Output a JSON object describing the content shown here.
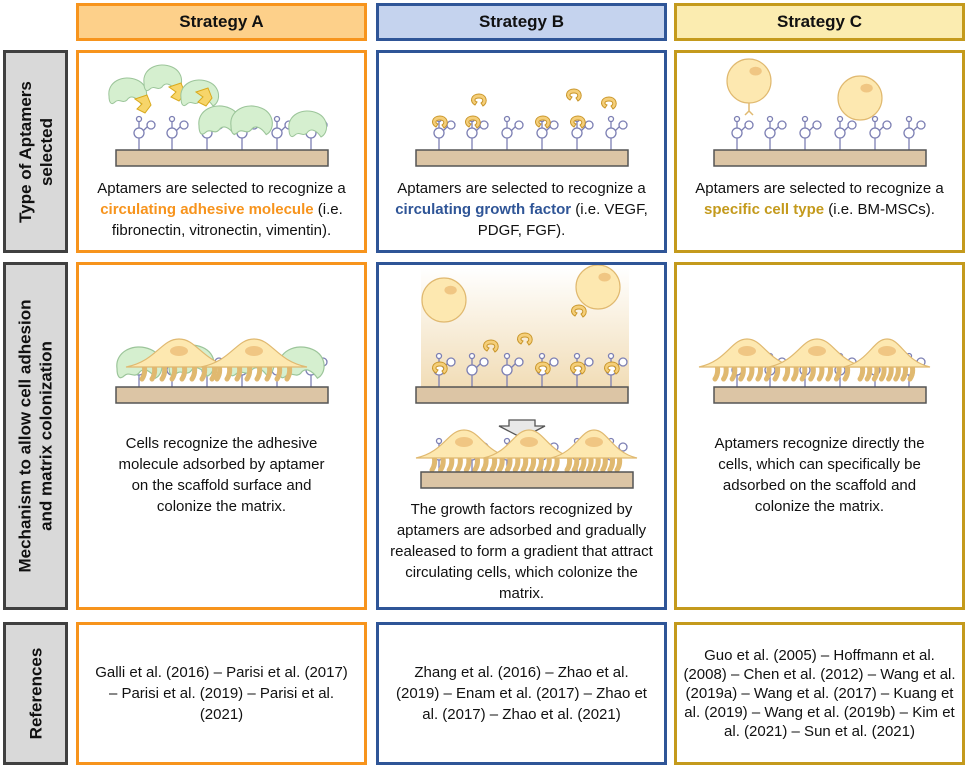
{
  "columns": [
    {
      "title": "Strategy A"
    },
    {
      "title": "Strategy B"
    },
    {
      "title": "Strategy C"
    }
  ],
  "rows": [
    {
      "label_line1": "Type of Aptamers",
      "label_line2": "selected"
    },
    {
      "label_line1": "Mechanism to allow cell adhesion",
      "label_line2": "and matrix colonization"
    },
    {
      "label_line1": "References"
    }
  ],
  "type": {
    "a": {
      "pre": "Aptamers are selected to recognize a ",
      "highlight": "circulating adhesive molecule",
      "post": " (i.e. fibronectin, vitronectin, vimentin)."
    },
    "b": {
      "pre": "Aptamers are selected to recognize a ",
      "highlight": "circulating growth factor",
      "post": " (i.e. VEGF, PDGF, FGF)."
    },
    "c": {
      "pre": "Aptamers are selected to recognize a ",
      "highlight": "specific cell type",
      "post": " (i.e. BM-MSCs)."
    }
  },
  "mechanism": {
    "a": "Cells recognize the adhesive molecule adsorbed by aptamer on the scaffold surface and colonize the matrix.",
    "b": "The growth factors recognized by aptamers are adsorbed and gradually realeased to form a gradient that attract circulating cells, which colonize the matrix.",
    "c": "Aptamers recognize directly the cells, which can specifically be adsorbed on the scaffold and colonize the matrix."
  },
  "references": {
    "a": "Galli et al. (2016) – Parisi et al. (2017) – Parisi et al. (2019) – Parisi et al. (2021)",
    "b": "Zhang et al. (2016) – Zhao et al. (2019) – Enam et al. (2017) – Zhao et al. (2017) – Zhao et al. (2021)",
    "c": "Guo et al. (2005) – Hoffmann et al. (2008) – Chen et al. (2012) – Wang et al. (2019a) – Wang et al. (2017) – Kuang et al. (2019) – Wang et al. (2019b) – Kim et al. (2021) – Sun et al. (2021)"
  },
  "colors": {
    "a": "#f7941d",
    "b": "#2f5597",
    "c": "#c49a1c",
    "label_bg": "#d9d9d9",
    "substrate": "#dcc5a5",
    "cell": "#fde8b0",
    "protein": "#d5efcf",
    "ligand": "#f7d56a"
  }
}
